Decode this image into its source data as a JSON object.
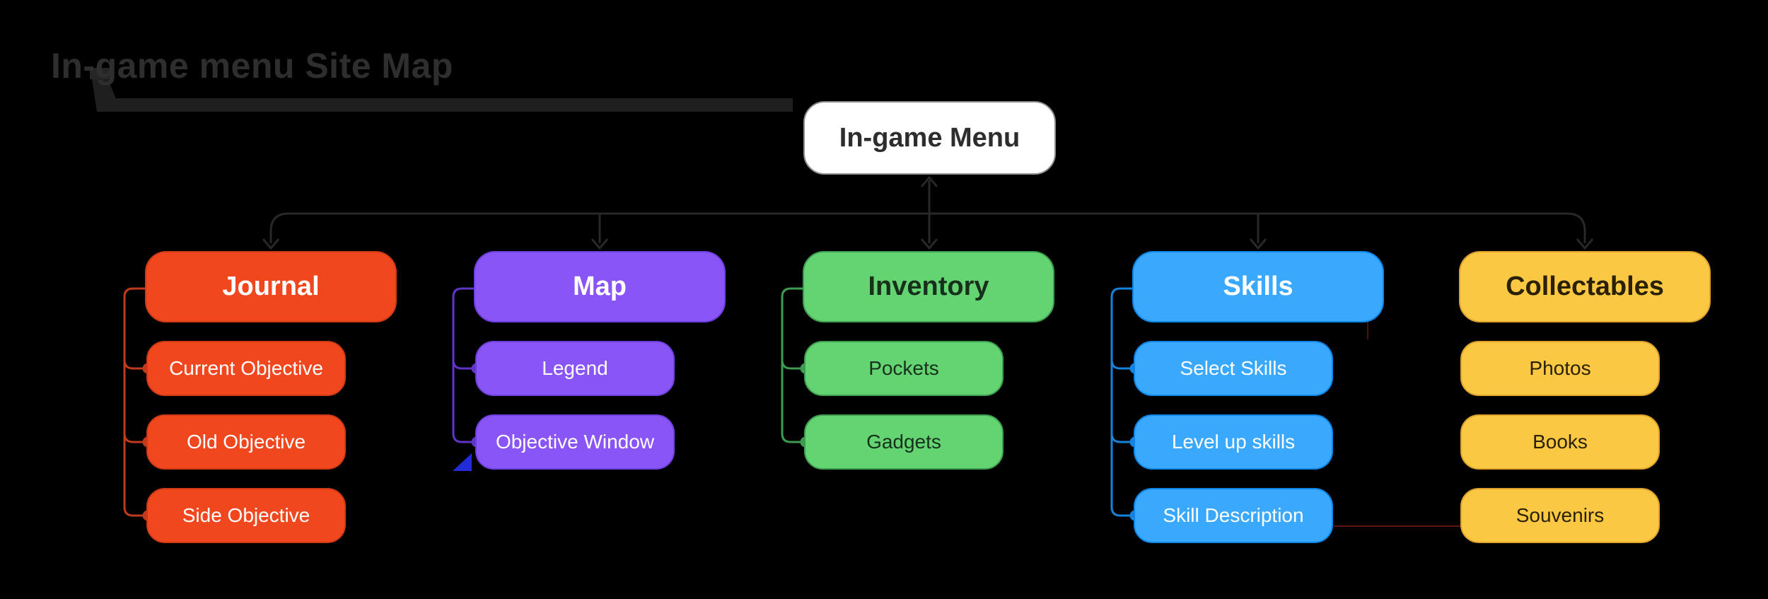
{
  "title": {
    "text": "In-game menu Site Map",
    "color": "#2E2E2E"
  },
  "root": {
    "label": "In-game Menu",
    "fill": "#FFFFFF",
    "border": "#8F8F8F",
    "text_color": "#2D2D2D"
  },
  "trunk_color": "#282828",
  "background_color": "#000000",
  "branches": [
    {
      "label": "Journal",
      "fill": "#F1471F",
      "border": "#D03A14",
      "connector": "#C23A1C",
      "text_color": "#FFFFFF",
      "children": [
        "Current Objective",
        "Old Objective",
        "Side Objective"
      ]
    },
    {
      "label": "Map",
      "fill": "#8A55F7",
      "border": "#6F40E0",
      "connector": "#5F35C8",
      "text_color": "#FFFFFF",
      "children": [
        "Legend",
        "Objective Window"
      ]
    },
    {
      "label": "Inventory",
      "fill": "#63D471",
      "border": "#3E9E50",
      "connector": "#3E9B52",
      "text_color": "#17301C",
      "children": [
        "Pockets",
        "Gadgets"
      ]
    },
    {
      "label": "Skills",
      "fill": "#39A8FD",
      "border": "#0E86E8",
      "connector": "#1583DD",
      "text_color": "#FFFFFF",
      "children": [
        "Select Skills",
        "Level up skills",
        "Skill Description"
      ]
    },
    {
      "label": "Collectables",
      "fill": "#FBC844",
      "border": "#DFA22A",
      "connector": null,
      "text_color": "#2A2105",
      "children": [
        "Photos",
        "Books",
        "Souvenirs"
      ]
    }
  ],
  "artifacts": {
    "title_underline_color": "#1F1F1F",
    "title_hyphen_glitch_color": "#262626",
    "blue_triangle_glitch_color": "#2430E8",
    "red_line_glitch_color": "#B32318"
  }
}
